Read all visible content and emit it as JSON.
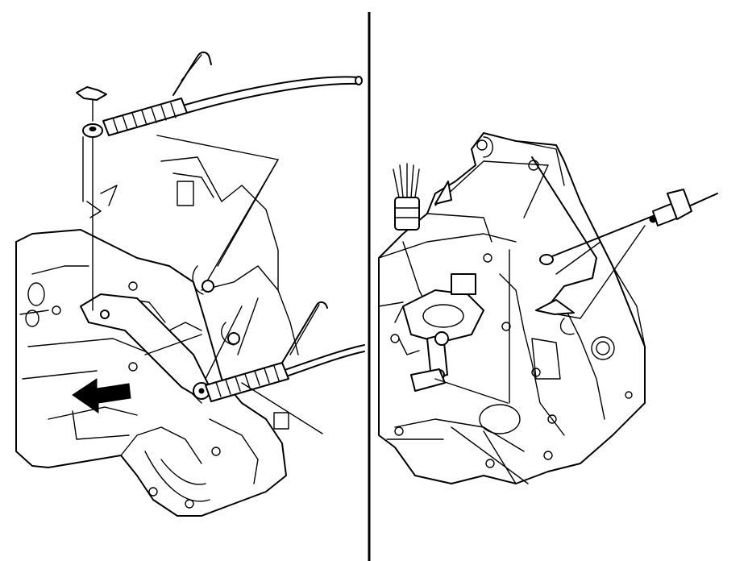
{
  "figure": {
    "panels": [
      {
        "id": "left",
        "parts": [
          "cable",
          "cable-end",
          "retainer-clip",
          "bracket",
          "transaxle"
        ]
      },
      {
        "id": "right",
        "parts": [
          "cable-end",
          "shift-lever",
          "bracket",
          "wiring-harness",
          "transaxle"
        ]
      }
    ],
    "colors": {
      "ink": "#000000",
      "paper": "#ffffff"
    },
    "icons": [
      "arrow-icon",
      "retainer-clip-icon",
      "bolt-icon",
      "harness-connector-icon"
    ]
  }
}
